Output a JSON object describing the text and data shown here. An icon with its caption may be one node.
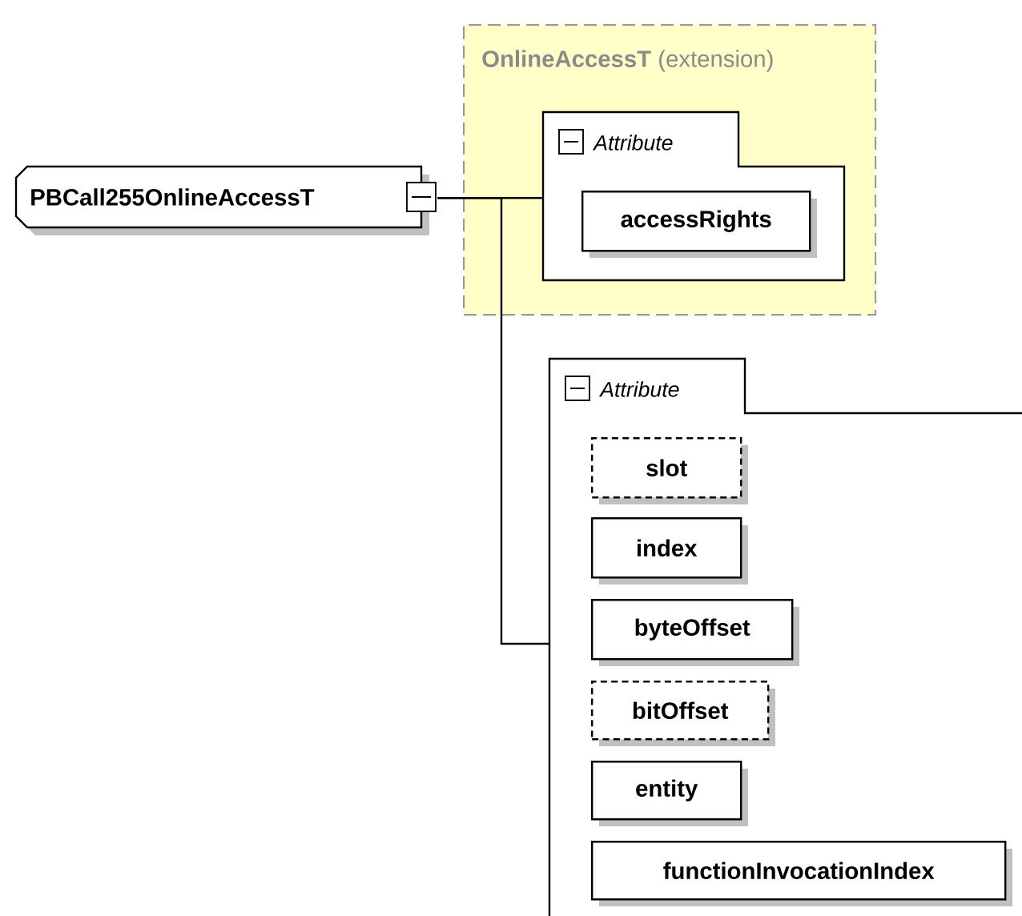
{
  "diagram": {
    "nodes": [
      {
        "text": [
          "PBCall255OnlineAccessT"
        ]
      },
      {
        "text": [
          "**OnlineAccessT** (extension)"
        ]
      },
      {
        "text": [
          "Attribute"
        ],
        "in": 1
      },
      {
        "text": [
          "accessRights"
        ],
        "in": 2
      },
      {
        "text": [
          "Attribute"
        ]
      },
      {
        "text": [
          "slot"
        ],
        "in": 4
      },
      {
        "text": [
          "index"
        ],
        "in": 4
      },
      {
        "text": [
          "byteOffset"
        ],
        "in": 4
      },
      {
        "text": [
          "bitOffset"
        ],
        "in": 4
      },
      {
        "text": [
          "entity"
        ],
        "in": 4
      },
      {
        "text": [
          "functionInvocationIndex"
        ],
        "in": 4
      }
    ],
    "edges": [
      {
        "from": 0,
        "to": 2,
        "arrow": "none"
      },
      {
        "from": 0,
        "to": 4,
        "arrow": "none"
      }
    ]
  }
}
